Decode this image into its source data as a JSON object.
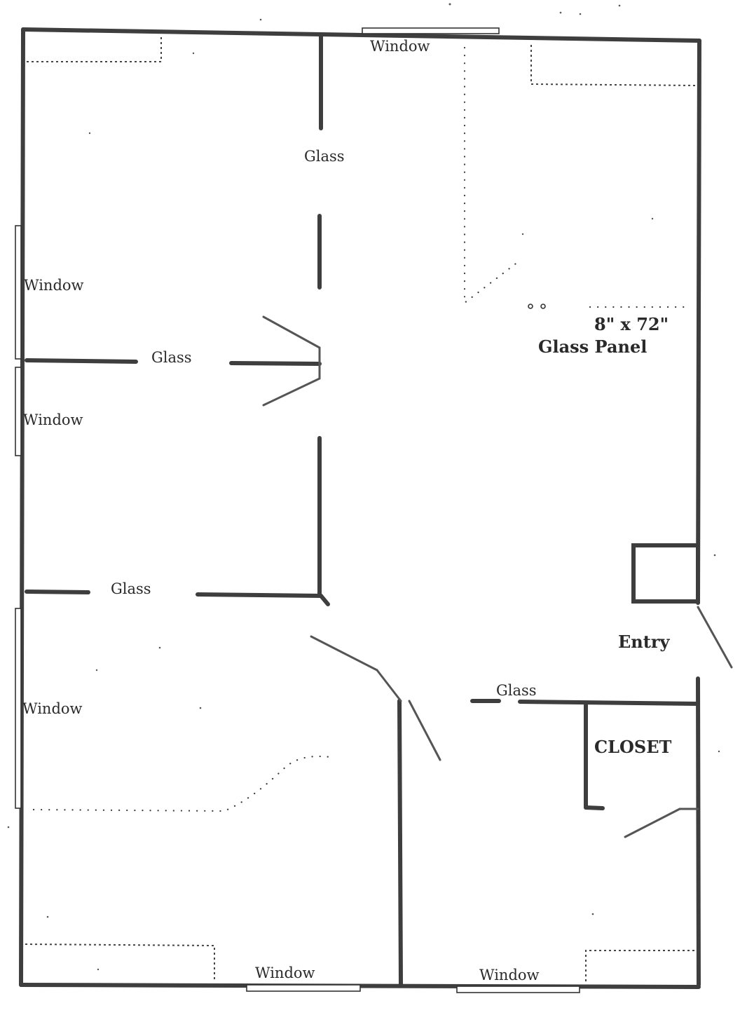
{
  "labels": {
    "window_top": "Window",
    "window_left_1": "Window",
    "window_left_2": "Window",
    "window_left_3": "Window",
    "window_bottom_left": "Window",
    "window_bottom_right": "Window",
    "glass_center_top": "Glass",
    "glass_mid_left": "Glass",
    "glass_lower_left": "Glass",
    "glass_right": "Glass",
    "panel_size": "8\" x 72\"",
    "panel_name": "Glass Panel",
    "entry": "Entry",
    "closet": "CLOSET"
  },
  "colors": {
    "wall": "#3e3e3e",
    "background": "#ffffff"
  }
}
